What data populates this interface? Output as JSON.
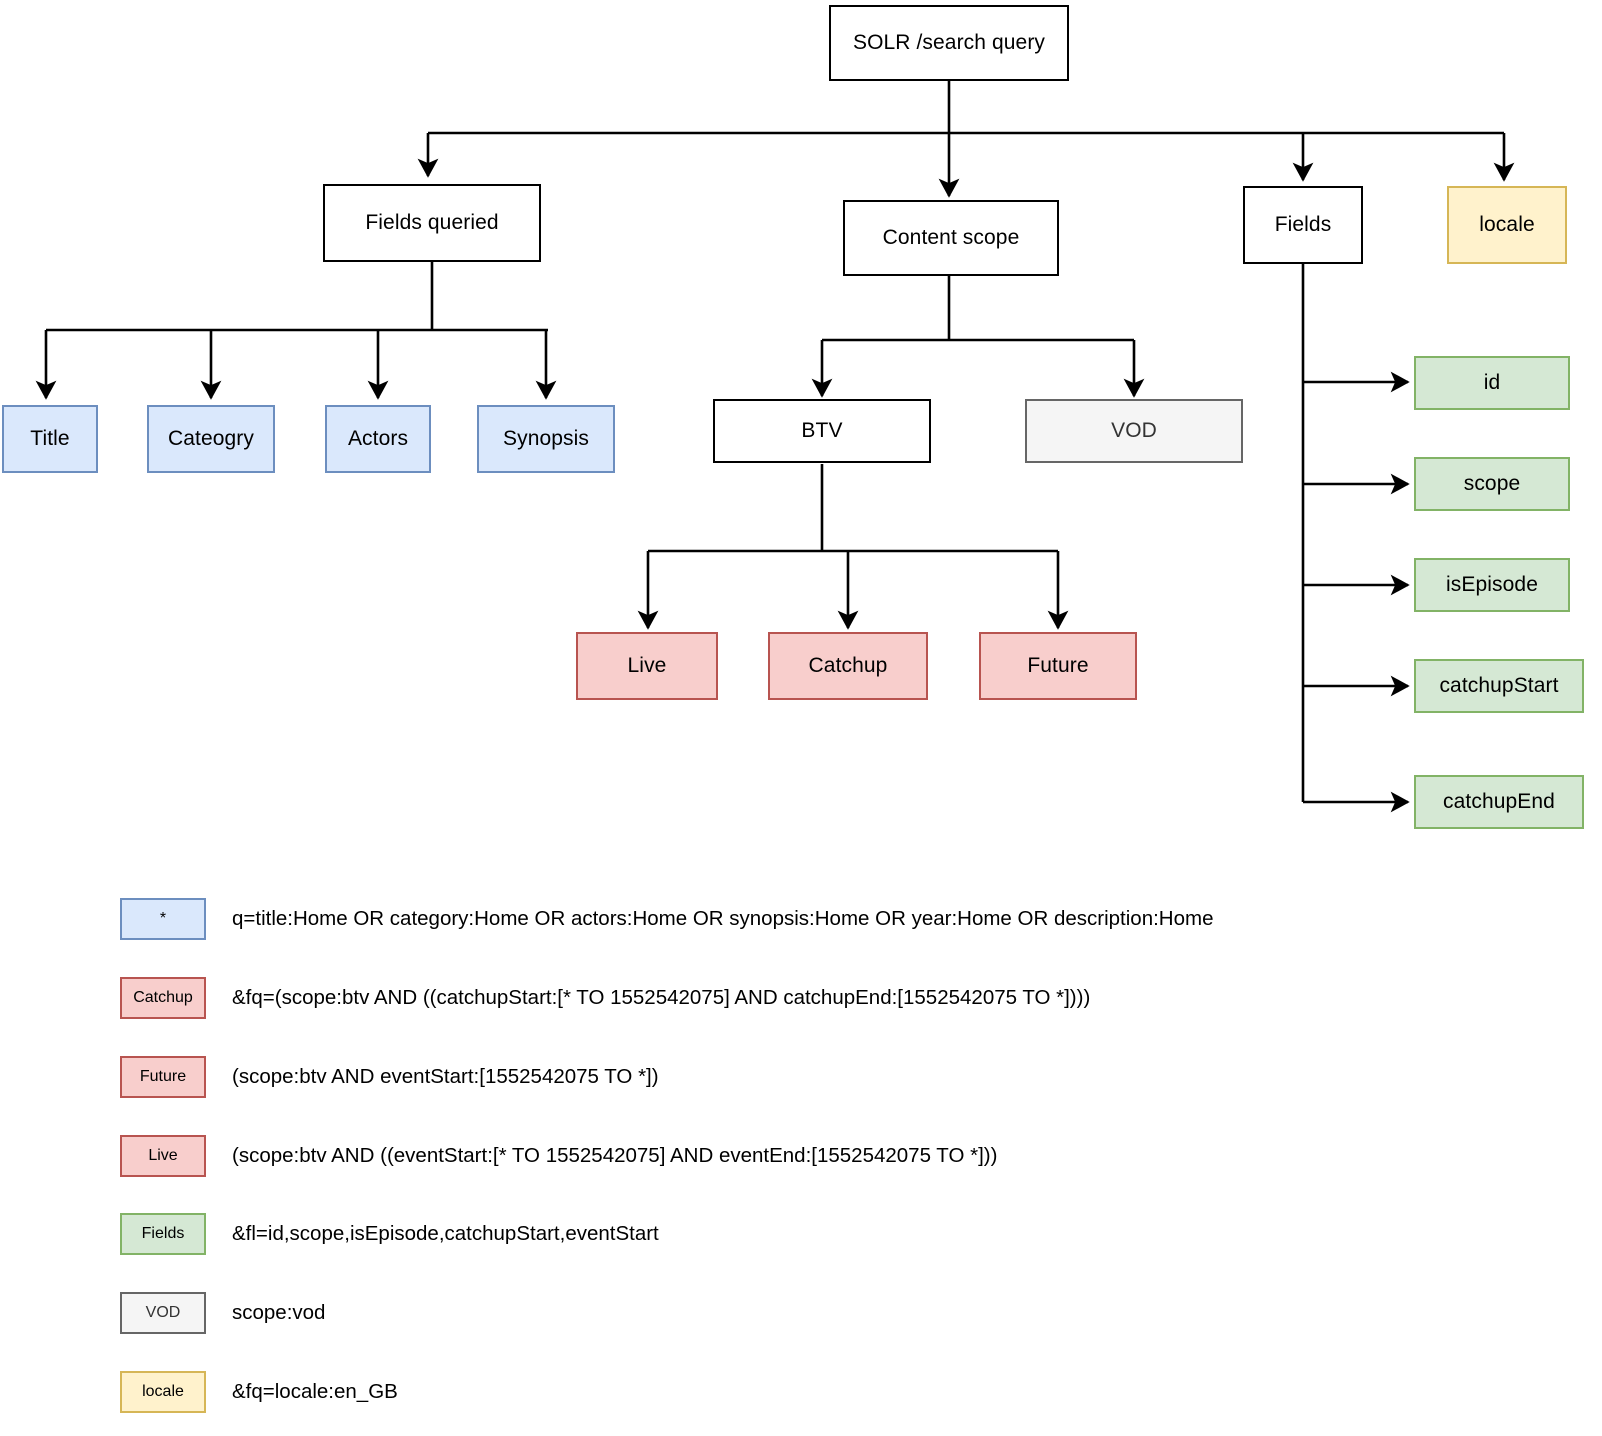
{
  "diagram": {
    "title": "SOLR /search query",
    "nodes": {
      "root": {
        "label": "SOLR /search query",
        "style": "plain"
      },
      "fields_queried": {
        "label": "Fields queried",
        "style": "plain"
      },
      "content_scope": {
        "label": "Content scope",
        "style": "plain"
      },
      "fields": {
        "label": "Fields",
        "style": "plain"
      },
      "locale": {
        "label": "locale",
        "style": "yellow"
      },
      "title": {
        "label": "Title",
        "style": "blue"
      },
      "cateogry": {
        "label": "Cateogry",
        "style": "blue"
      },
      "actors": {
        "label": "Actors",
        "style": "blue"
      },
      "synopsis": {
        "label": "Synopsis",
        "style": "blue"
      },
      "btv": {
        "label": "BTV",
        "style": "plain"
      },
      "vod": {
        "label": "VOD",
        "style": "gray"
      },
      "live": {
        "label": "Live",
        "style": "red"
      },
      "catchup": {
        "label": "Catchup",
        "style": "red"
      },
      "future": {
        "label": "Future",
        "style": "red"
      },
      "id": {
        "label": "id",
        "style": "green"
      },
      "scope": {
        "label": "scope",
        "style": "green"
      },
      "isEpisode": {
        "label": "isEpisode",
        "style": "green"
      },
      "catchupStart": {
        "label": "catchupStart",
        "style": "green"
      },
      "catchupEnd": {
        "label": "catchupEnd",
        "style": "green"
      }
    }
  },
  "legend": {
    "rows": [
      {
        "swatch": "*",
        "style": "blue",
        "text": "q=title:Home OR category:Home OR actors:Home OR synopsis:Home OR year:Home OR description:Home"
      },
      {
        "swatch": "Catchup",
        "style": "red",
        "text": "&fq=(scope:btv AND ((catchupStart:[* TO 1552542075] AND catchupEnd:[1552542075 TO *])))"
      },
      {
        "swatch": "Future",
        "style": "red",
        "text": "(scope:btv AND eventStart:[1552542075 TO *])"
      },
      {
        "swatch": "Live",
        "style": "red",
        "text": "(scope:btv AND ((eventStart:[* TO 1552542075] AND eventEnd:[1552542075 TO *]))"
      },
      {
        "swatch": "Fields",
        "style": "green",
        "text": "&fl=id,scope,isEpisode,catchupStart,eventStart"
      },
      {
        "swatch": "VOD",
        "style": "gray",
        "text": "scope:vod"
      },
      {
        "swatch": "locale",
        "style": "yellow",
        "text": "&fq=locale:en_GB"
      }
    ]
  },
  "colors": {
    "blue_fill": "#dae8fc",
    "blue_stroke": "#6c8ebf",
    "red_fill": "#f8cecc",
    "red_stroke": "#b85450",
    "green_fill": "#d5e8d4",
    "green_stroke": "#82b366",
    "yellow_fill": "#fff2cc",
    "yellow_stroke": "#d6b656",
    "gray_fill": "#f5f5f5",
    "gray_stroke": "#666666",
    "line": "#000000"
  }
}
